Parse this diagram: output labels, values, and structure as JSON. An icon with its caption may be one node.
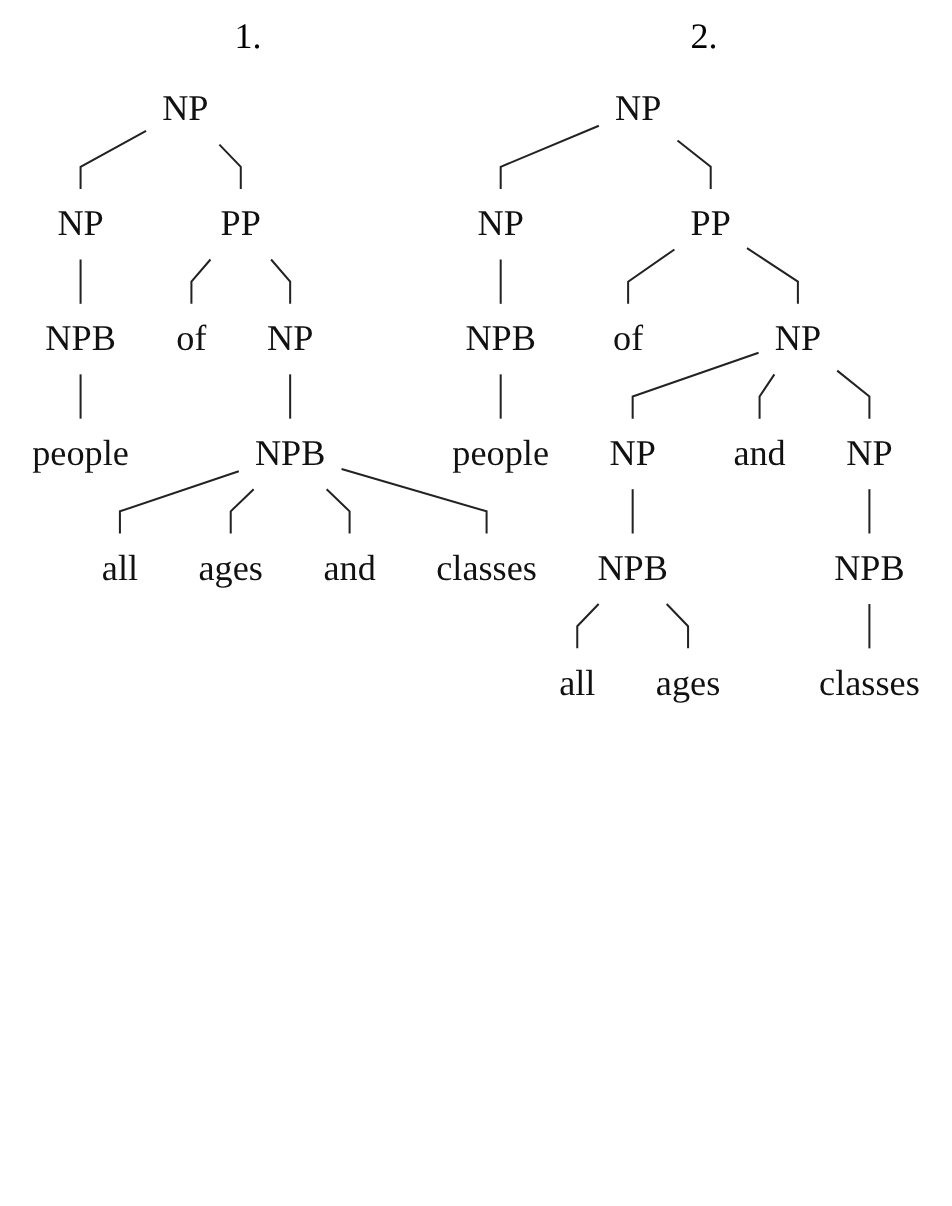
{
  "diagram": {
    "nodes": [
      {
        "text": [
          "NP"
        ]
      },
      {
        "text": [
          "NP"
        ]
      },
      {
        "text": [
          "PP"
        ]
      },
      {
        "text": [
          "NPB"
        ]
      },
      {
        "text": [
          "of"
        ]
      },
      {
        "text": [
          "NP"
        ]
      },
      {
        "text": [
          "people"
        ]
      },
      {
        "text": [
          "NPB"
        ]
      },
      {
        "text": [
          "all"
        ]
      },
      {
        "text": [
          "ages"
        ]
      },
      {
        "text": [
          "and"
        ]
      },
      {
        "text": [
          "classes"
        ]
      },
      {
        "text": [
          "NP"
        ]
      },
      {
        "text": [
          "NP"
        ]
      },
      {
        "text": [
          "PP"
        ]
      },
      {
        "text": [
          "NPB"
        ]
      },
      {
        "text": [
          "of"
        ]
      },
      {
        "text": [
          "NP"
        ]
      },
      {
        "text": [
          "people"
        ]
      },
      {
        "text": [
          "NP"
        ]
      },
      {
        "text": [
          "and"
        ]
      },
      {
        "text": [
          "NP"
        ]
      },
      {
        "text": [
          "NPB"
        ]
      },
      {
        "text": [
          "NPB"
        ]
      },
      {
        "text": [
          "all"
        ]
      },
      {
        "text": [
          "ages"
        ]
      },
      {
        "text": [
          "classes"
        ]
      }
    ],
    "edges": [
      {
        "from": 0,
        "to": 1,
        "arrow": "none"
      },
      {
        "from": 0,
        "to": 2,
        "arrow": "none"
      },
      {
        "from": 1,
        "to": 3,
        "arrow": "none"
      },
      {
        "from": 3,
        "to": 6,
        "arrow": "none"
      },
      {
        "from": 2,
        "to": 4,
        "arrow": "none"
      },
      {
        "from": 2,
        "to": 5,
        "arrow": "none"
      },
      {
        "from": 5,
        "to": 7,
        "arrow": "none"
      },
      {
        "from": 7,
        "to": 8,
        "arrow": "none"
      },
      {
        "from": 7,
        "to": 9,
        "arrow": "none"
      },
      {
        "from": 7,
        "to": 10,
        "arrow": "none"
      },
      {
        "from": 7,
        "to": 11,
        "arrow": "none"
      },
      {
        "from": 12,
        "to": 13,
        "arrow": "none"
      },
      {
        "from": 12,
        "to": 14,
        "arrow": "none"
      },
      {
        "from": 13,
        "to": 15,
        "arrow": "none"
      },
      {
        "from": 15,
        "to": 18,
        "arrow": "none"
      },
      {
        "from": 14,
        "to": 16,
        "arrow": "none"
      },
      {
        "from": 14,
        "to": 17,
        "arrow": "none"
      },
      {
        "from": 17,
        "to": 19,
        "arrow": "none"
      },
      {
        "from": 17,
        "to": 20,
        "arrow": "none"
      },
      {
        "from": 17,
        "to": 21,
        "arrow": "none"
      },
      {
        "from": 19,
        "to": 22,
        "arrow": "none"
      },
      {
        "from": 21,
        "to": 23,
        "arrow": "none"
      },
      {
        "from": 22,
        "to": 24,
        "arrow": "none"
      },
      {
        "from": 22,
        "to": 25,
        "arrow": "none"
      },
      {
        "from": 23,
        "to": 26,
        "arrow": "none"
      }
    ],
    "labels": [
      "1.",
      "2."
    ]
  }
}
